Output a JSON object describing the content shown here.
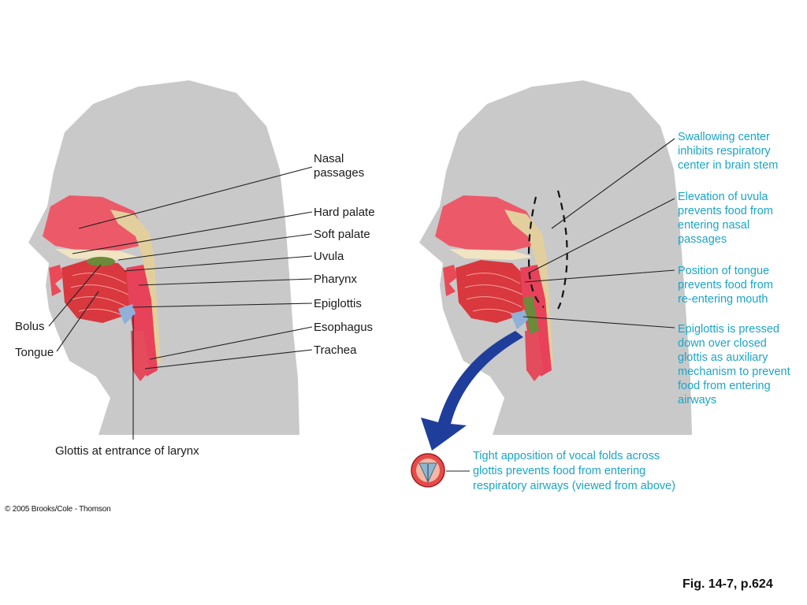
{
  "left_labels": {
    "nasal_passages": [
      "Nasal",
      "passages"
    ],
    "hard_palate": "Hard palate",
    "soft_palate": "Soft palate",
    "uvula": "Uvula",
    "pharynx": "Pharynx",
    "epiglottis": "Epiglottis",
    "esophagus": "Esophagus",
    "trachea": "Trachea",
    "bolus": "Bolus",
    "tongue": "Tongue",
    "glottis": "Glottis at entrance of larynx"
  },
  "right_notes": {
    "swallowing_center": [
      "Swallowing center",
      "inhibits respiratory",
      "center in brain stem"
    ],
    "uvula_elevation": [
      "Elevation of uvula",
      "prevents food from",
      "entering nasal",
      "passages"
    ],
    "tongue_position": [
      "Position of tongue",
      "prevents food from",
      "re-entering mouth"
    ],
    "epiglottis_pressed": [
      "Epiglottis is pressed",
      "down over closed",
      "glottis as auxiliary",
      "mechanism to prevent",
      "food from entering",
      "airways"
    ],
    "vocal_folds": [
      "Tight apposition of vocal folds across",
      "glottis prevents food from entering",
      "respiratory airways (viewed from above)"
    ]
  },
  "copyright": "© 2005 Brooks/Cole - Thomson",
  "figure_ref": "Fig. 14-7, p.624",
  "colors": {
    "head": "#c9c9c9",
    "tissue": "#e8425a",
    "muscle": "#d9343a",
    "bone": "#e8d6a8",
    "bolus": "#6b8a3a",
    "note_text": "#1aa5c8",
    "arrow": "#1f3e9c"
  }
}
